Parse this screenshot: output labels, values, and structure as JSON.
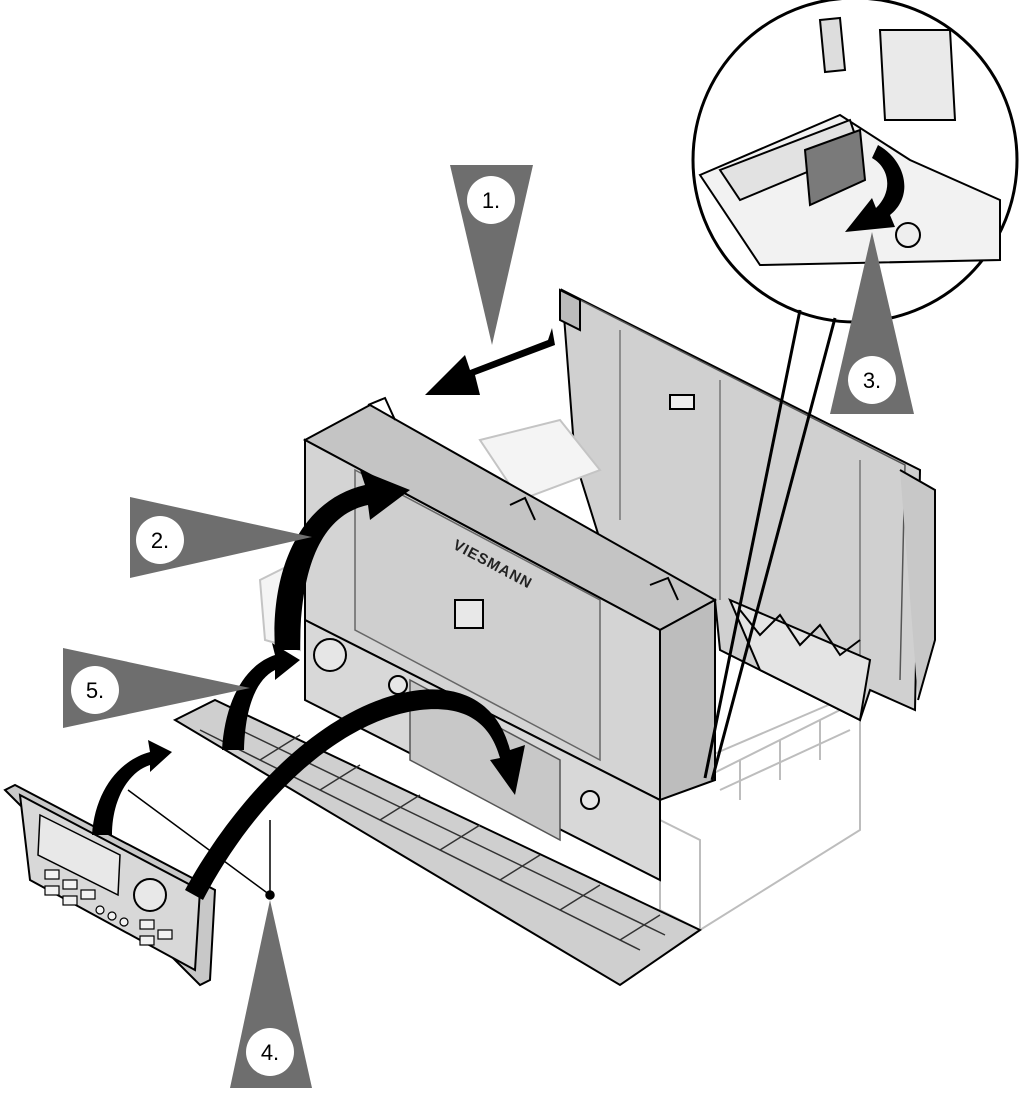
{
  "steps": [
    {
      "label": "1."
    },
    {
      "label": "2."
    },
    {
      "label": "3."
    },
    {
      "label": "4."
    },
    {
      "label": "5."
    }
  ],
  "brand_text": "VIESMANN",
  "colors": {
    "pointer": "#6e6e6e",
    "housing": "#d3d3d3",
    "housing_dark": "#b8b8b8",
    "outline": "#000000",
    "arrow": "#000000",
    "detail_latch": "#7a7a7a"
  }
}
